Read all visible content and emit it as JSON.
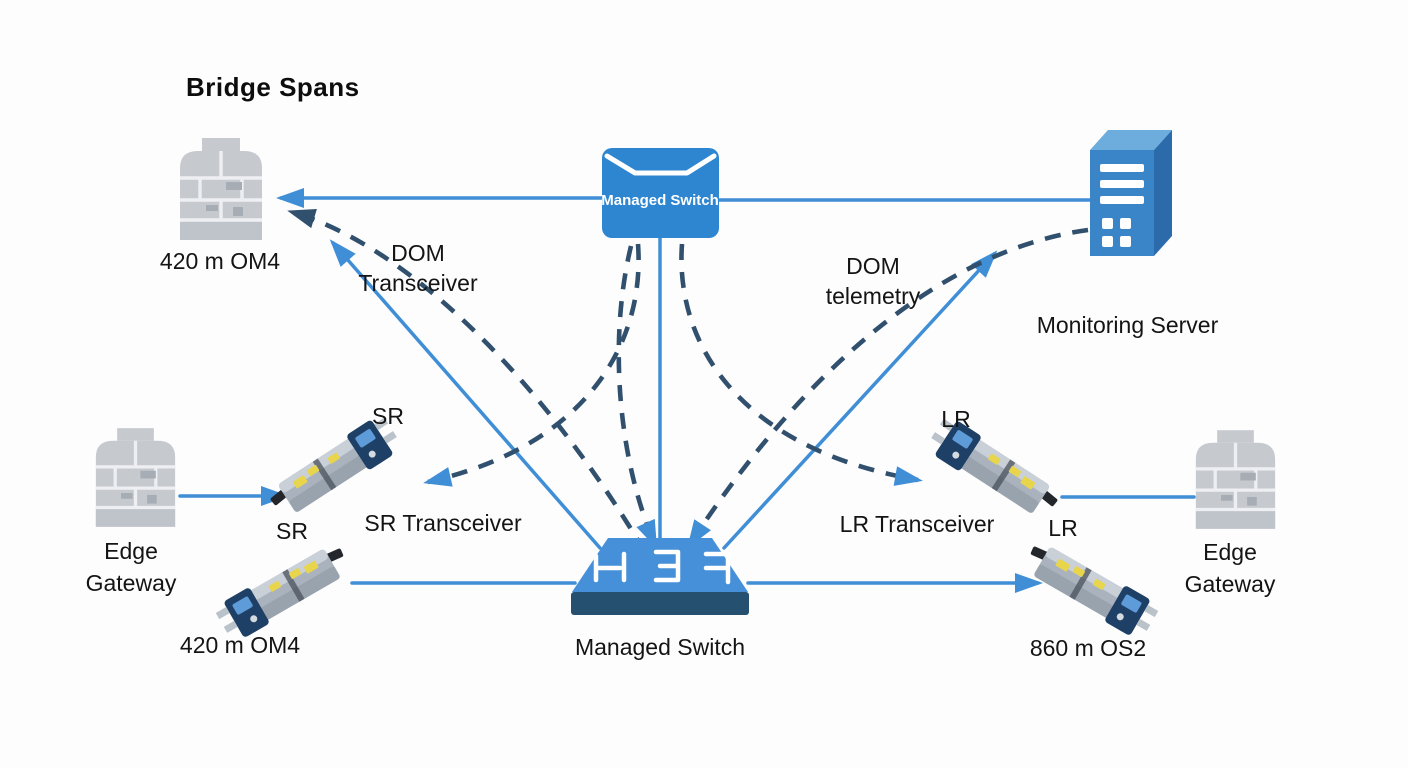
{
  "diagram": {
    "title": "Bridge Spans",
    "top_switch": {
      "label": "Managed Switch"
    },
    "bottom_switch": {
      "label": "Managed Switch"
    },
    "monitoring_server": {
      "label": "Monitoring Server"
    },
    "bridge_span_top": {
      "label": "420 m OM4"
    },
    "edge_gateway_left": {
      "label": "Edge Gateway"
    },
    "edge_gateway_right": {
      "label": "Edge Gateway"
    },
    "sr": {
      "tag_upper": "SR",
      "tag_lower": "SR",
      "transceiver_label": "SR Transceiver",
      "fiber_label": "420 m OM4"
    },
    "lr": {
      "tag_upper": "LR",
      "tag_lower": "LR",
      "transceiver_label": "LR Transceiver",
      "fiber_label": "860 m OS2"
    },
    "annotations": {
      "dom_transceiver": "DOM Transceiver",
      "dom_telemetry": "DOM telemetry"
    },
    "colors": {
      "solid_link": "#3f8ed6",
      "dashed_link": "#31506d",
      "node_blue": "#2e86d1",
      "switch_base_navy": "#26506f",
      "icon_gray": "#c6cacf",
      "transceiver_cap_navy": "#1e4066",
      "transceiver_accent_yellow": "#e8d54c",
      "text": "#141414"
    }
  }
}
